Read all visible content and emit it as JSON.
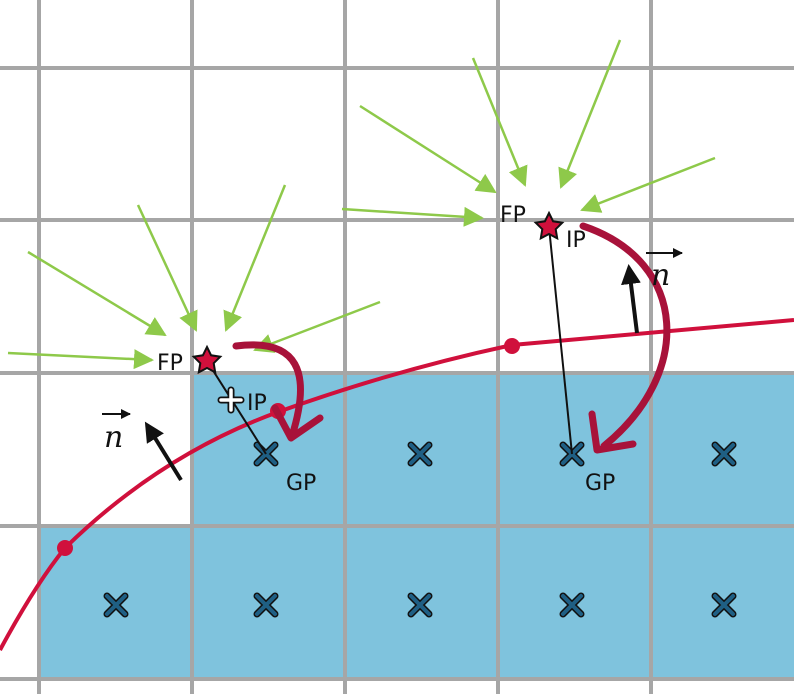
{
  "colors": {
    "grid": "#a6a6a6",
    "fluid": "#ffffff",
    "solid": "#7fc3dd",
    "boundary": "#d0103c",
    "stencil": "#8ec94a",
    "transfer": "#a8123a",
    "marker": "#1f5f84",
    "ink": "#111111"
  },
  "labels": {
    "fp": "FP",
    "ip": "IP",
    "gp": "GP",
    "normal": "n"
  },
  "icons": {
    "ghost_point": "cross-marker-icon",
    "forcing_point": "star-icon",
    "image_point": "plus-marker-icon"
  }
}
